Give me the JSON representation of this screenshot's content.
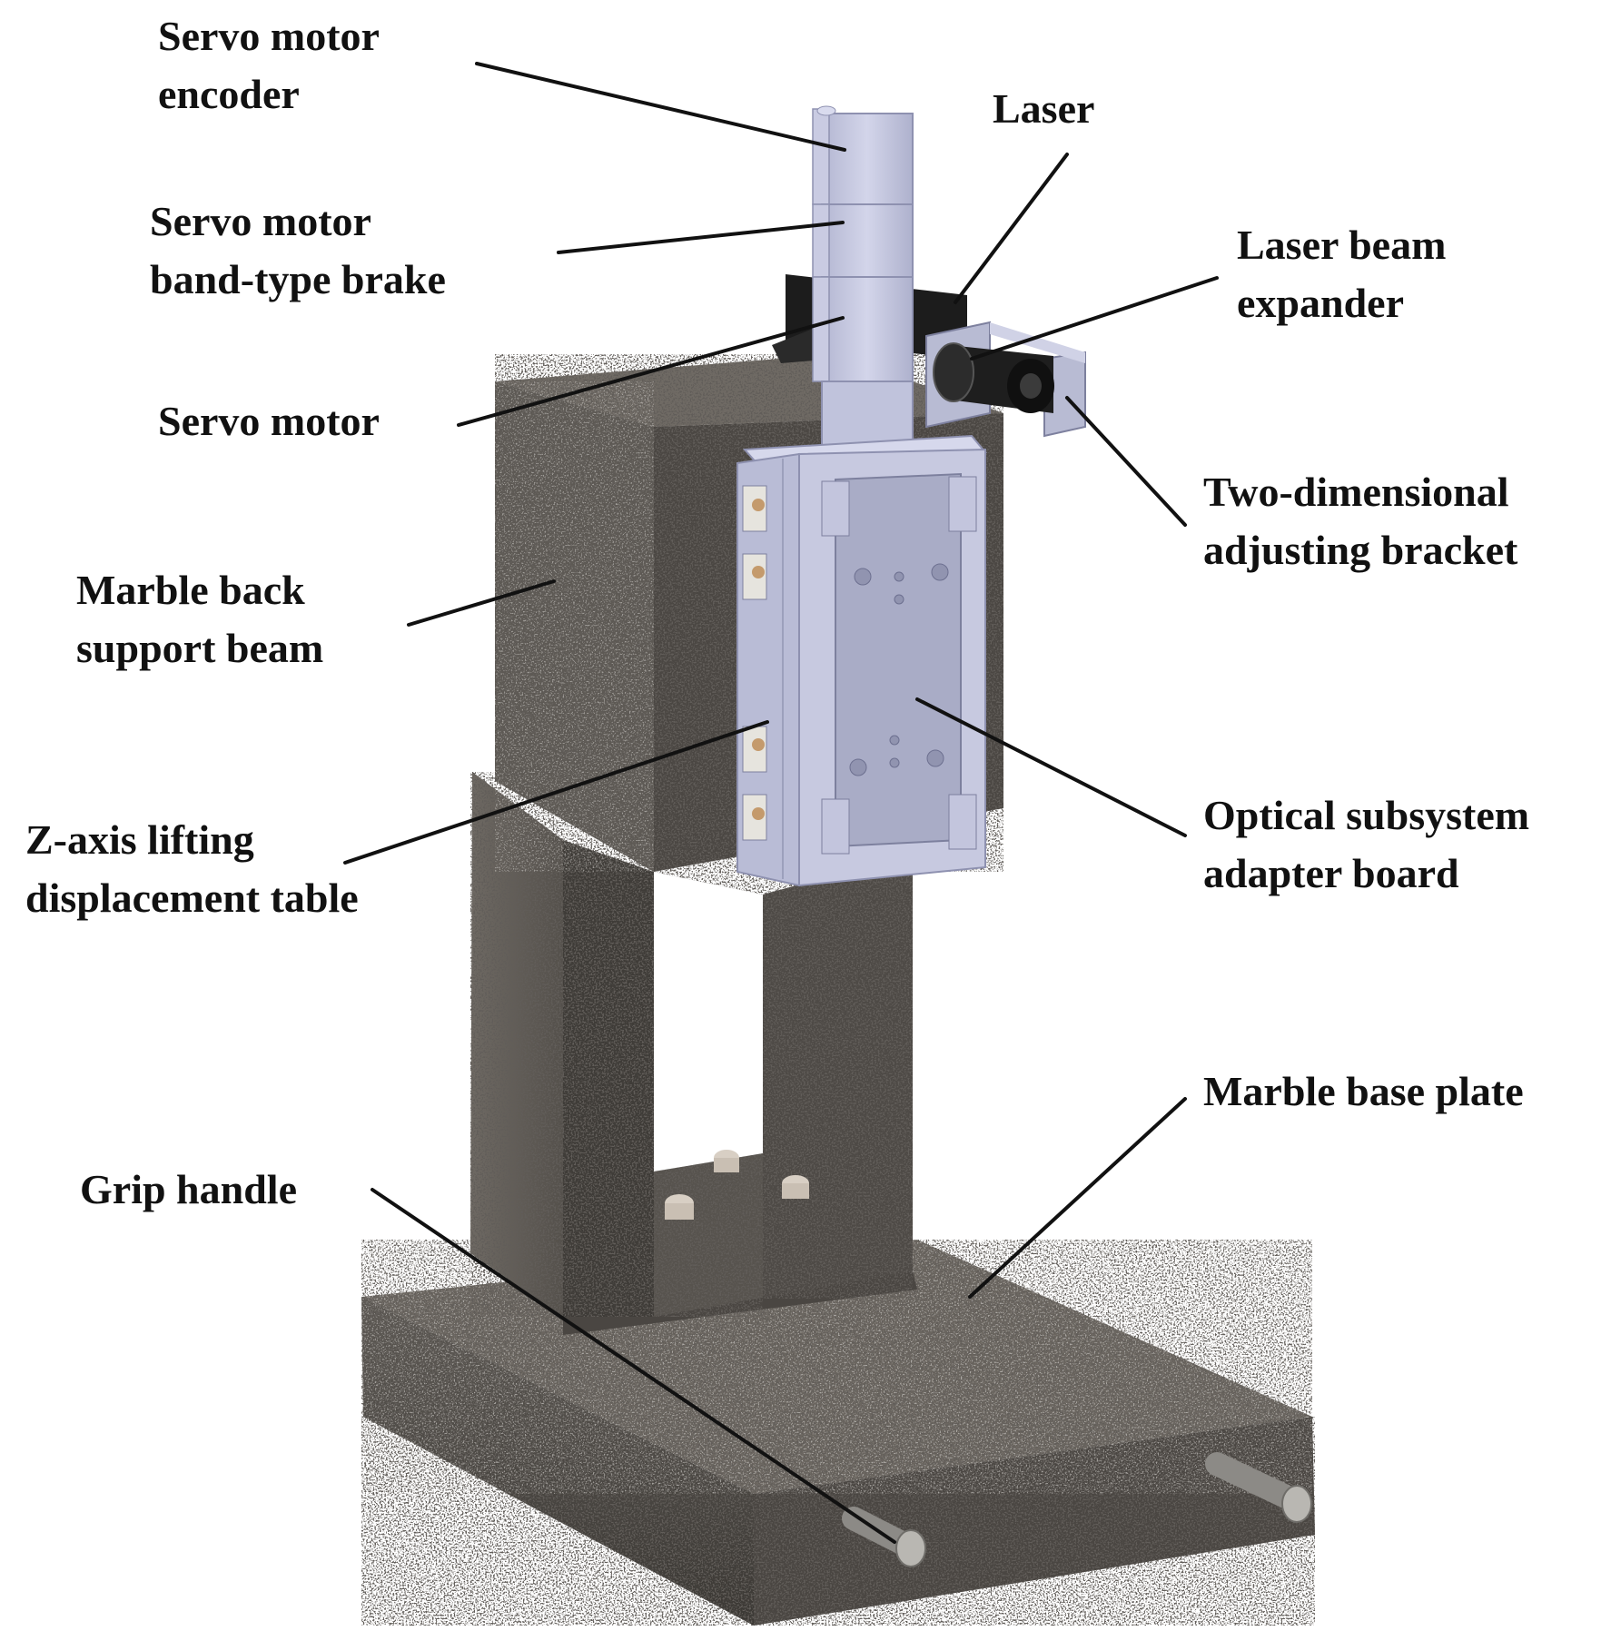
{
  "labels": {
    "servo_motor_encoder": [
      "Servo motor",
      "encoder"
    ],
    "servo_motor_brake": [
      "Servo motor",
      "band-type brake"
    ],
    "servo_motor": [
      "Servo motor"
    ],
    "marble_back_support_beam": [
      "Marble back",
      "support beam"
    ],
    "z_axis_table": [
      "Z-axis lifting",
      "displacement table"
    ],
    "grip_handle": [
      "Grip handle"
    ],
    "laser": [
      "Laser"
    ],
    "laser_beam_expander": [
      "Laser beam",
      "expander"
    ],
    "two_dim_bracket": [
      "Two-dimensional",
      "adjusting bracket"
    ],
    "optical_adapter_board": [
      "Optical subsystem",
      "adapter board"
    ],
    "marble_base_plate": [
      "Marble base plate"
    ]
  },
  "colors": {
    "granite": "#4f4b47",
    "granite_light": "#77716b",
    "granite_dark": "#2a2825",
    "metal": "#c3c6de",
    "metal_light": "#d6d8ec",
    "metal_dark": "#9a9dbb",
    "laser_body": "#1c1c1c",
    "leader_line": "#111111",
    "label_text": "#111111"
  }
}
